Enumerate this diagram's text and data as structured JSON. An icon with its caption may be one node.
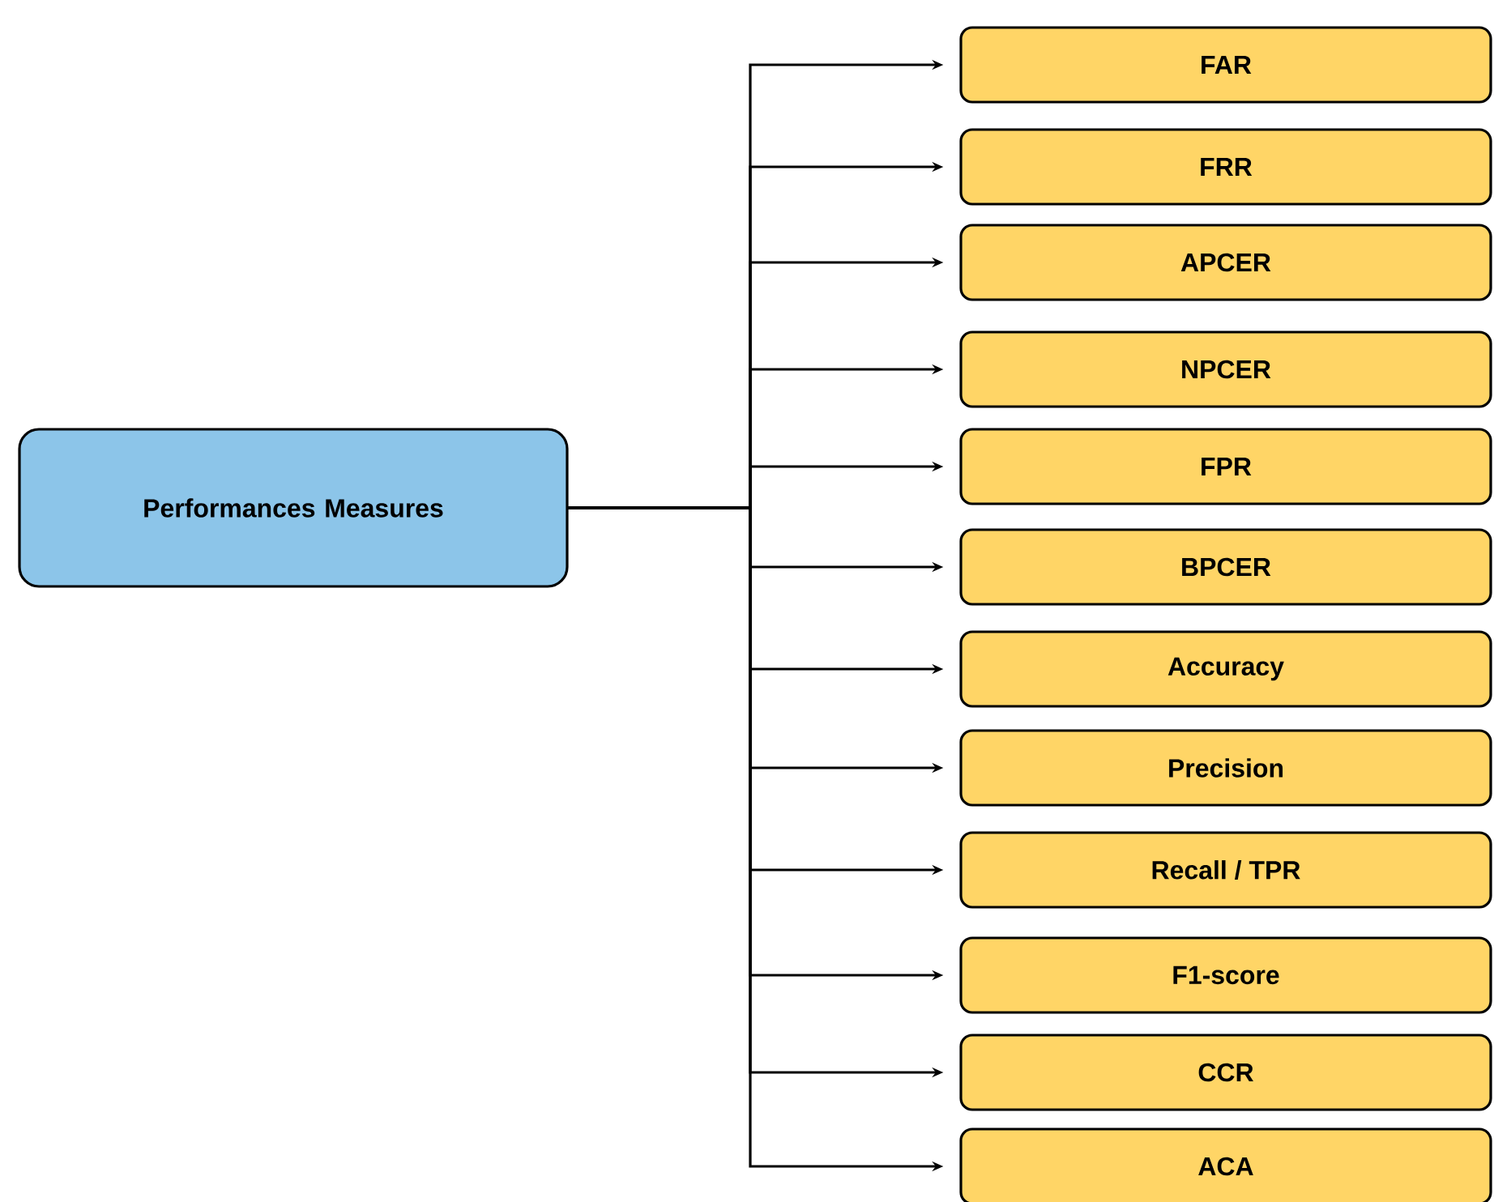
{
  "diagram": {
    "nodes": [
      {
        "text": [
          "Performances Measures"
        ]
      },
      {
        "text": [
          "FAR"
        ]
      },
      {
        "text": [
          "FRR"
        ]
      },
      {
        "text": [
          "APCER"
        ]
      },
      {
        "text": [
          "NPCER"
        ]
      },
      {
        "text": [
          "FPR"
        ]
      },
      {
        "text": [
          "BPCER"
        ]
      },
      {
        "text": [
          "Accuracy"
        ]
      },
      {
        "text": [
          "Precision"
        ]
      },
      {
        "text": [
          "Recall / TPR"
        ]
      },
      {
        "text": [
          "F1-score"
        ]
      },
      {
        "text": [
          "CCR"
        ]
      },
      {
        "text": [
          "ACA"
        ]
      }
    ],
    "edges": [
      {
        "from": 0,
        "to": 1,
        "arrow": "to"
      },
      {
        "from": 0,
        "to": 2,
        "arrow": "to"
      },
      {
        "from": 0,
        "to": 3,
        "arrow": "to"
      },
      {
        "from": 0,
        "to": 4,
        "arrow": "to"
      },
      {
        "from": 0,
        "to": 5,
        "arrow": "to"
      },
      {
        "from": 0,
        "to": 6,
        "arrow": "to"
      },
      {
        "from": 0,
        "to": 7,
        "arrow": "to"
      },
      {
        "from": 0,
        "to": 8,
        "arrow": "to"
      },
      {
        "from": 0,
        "to": 9,
        "arrow": "to"
      },
      {
        "from": 0,
        "to": 10,
        "arrow": "to"
      },
      {
        "from": 0,
        "to": 11,
        "arrow": "to"
      },
      {
        "from": 0,
        "to": 12,
        "arrow": "to"
      }
    ]
  }
}
